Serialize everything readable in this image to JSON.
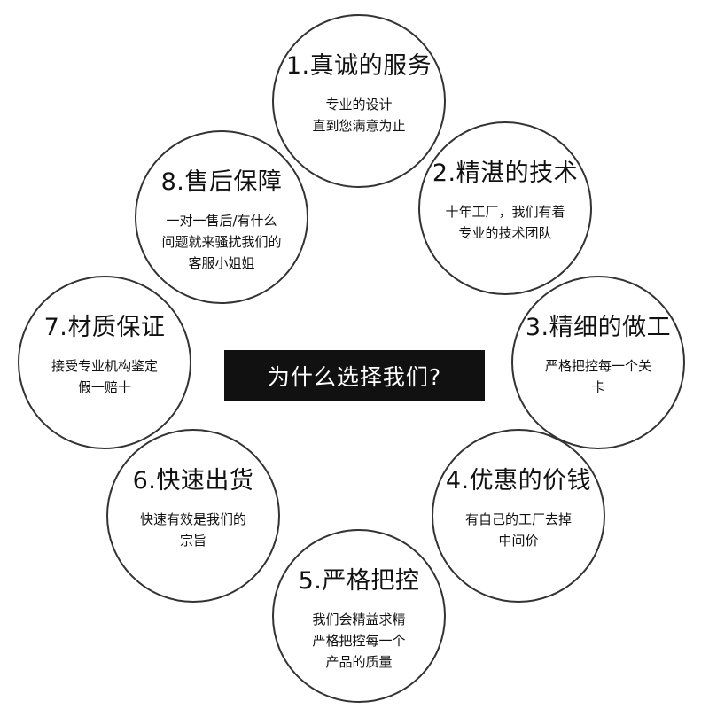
{
  "center_label": "为什么选择我们?",
  "items": [
    {
      "title": "1.真诚的服务",
      "desc": "专业的设计\n直到您满意为止"
    },
    {
      "title": "2.精湛的技术",
      "desc": "十年工厂，我们有着\n专业的技术团队"
    },
    {
      "title": "3.精细的做工",
      "desc": "严格把控每一个关\n卡"
    },
    {
      "title": "4.优惠的价钱",
      "desc": "有自己的工厂去掉\n中间价"
    },
    {
      "title": "5.严格把控",
      "desc": "我们会精益求精\n严格把控每一个\n产品的质量"
    },
    {
      "title": "6.快速出货",
      "desc": "快速有效是我们的\n宗旨"
    },
    {
      "title": "7.材质保证",
      "desc": "接受专业机构鉴定\n假一赔十"
    },
    {
      "title": "8.售后保障",
      "desc": "一对一售后/有什么\n问题就来骚扰我们的\n客服小姐姐"
    }
  ],
  "colors": {
    "center_bg": "#111111",
    "center_text": "#ffffff",
    "circle_border": "#333333",
    "text": "#111111"
  }
}
